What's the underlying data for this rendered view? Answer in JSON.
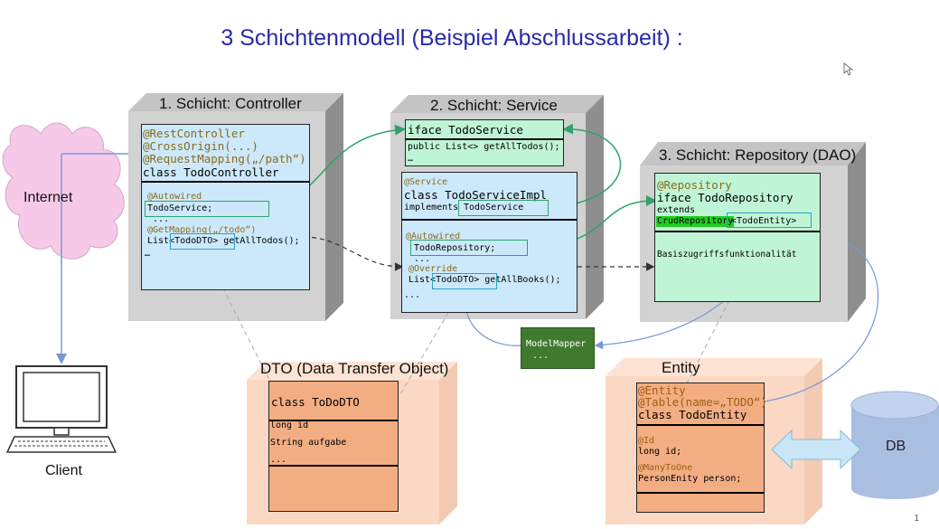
{
  "slide": {
    "title": "3 Schichtenmodell (Beispiel Abschlussarbeit) :",
    "page_number": "1"
  },
  "nodes": {
    "internet": "Internet",
    "client": "Client",
    "db": "DB"
  },
  "controller": {
    "label": "1. Schicht: Controller",
    "ann1": "@RestController",
    "ann2": "@CrossOrigin(...)",
    "ann3": "@RequestMapping(„/path“)",
    "class_decl": "class TodoController",
    "autowired": "@Autowired",
    "field": "TodoService;",
    "dots1": "...",
    "getmapping": "@GetMapping(„/todo“)",
    "method": "List<TodoDTO> getAllTodos();",
    "dots2": "…"
  },
  "service": {
    "label": "2. Schicht: Service",
    "iface": "iface TodoService",
    "iface_method": "public List<> getAllTodos();",
    "iface_dots": "…",
    "ann_service": "@Service",
    "impl_class": "class TodoServiceImpl",
    "implements": "implements",
    "implements_target": "TodoService",
    "autowired": "@Autowired",
    "repo_field": "TodoRepository;",
    "dots1": "...",
    "override": "@Override",
    "method": "List<TodoDTO> getAllBooks();",
    "dots2": "..."
  },
  "repository": {
    "label": "3. Schicht: Repository (DAO)",
    "ann": "@Repository",
    "iface": "iface TodoRepository",
    "extends": "extends",
    "crud": "CrudRepository",
    "generic": "<TodoEntity>",
    "base": "Basiszugriffsfunktionalität"
  },
  "modelmapper": {
    "name": "ModelMapper",
    "dots": "..."
  },
  "dto": {
    "label": "DTO (Data Transfer Object)",
    "class_decl": "class ToDoDTO",
    "f1": "long id",
    "f2": "String aufgabe",
    "dots": "..."
  },
  "entity": {
    "label": "Entity",
    "ann1": "@Entity",
    "ann2": "@Table(name=„TODO“)",
    "class_decl": "class TodoEntity",
    "id_ann": "@Id",
    "id_field": "long id;",
    "rel_ann": "@ManyToOne",
    "rel_field": "PersonEnity person;"
  },
  "colors": {
    "layer_face": "#d2d2d2",
    "layer_side": "#8e8e8e",
    "code_blue": "#cce9fb",
    "code_green": "#bff5d6",
    "dto_face": "#fbd8c4",
    "dto_inner": "#f3ad82",
    "modelmapper": "#3f7a2e",
    "db": "#a9bfe2",
    "cloud": "#f7c9e8",
    "arrow_green": "#2fa36b",
    "arrow_blue": "#7b97d4",
    "highlight_green": "#22cc22"
  }
}
